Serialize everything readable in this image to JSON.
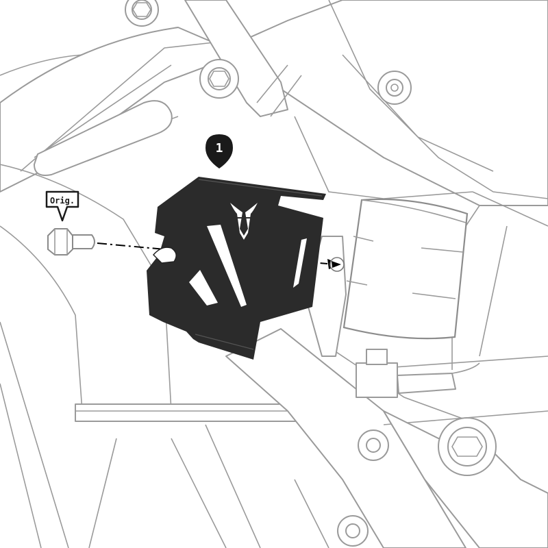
{
  "diagram": {
    "step_marker": {
      "number": "1"
    },
    "original_part_tag": {
      "label": "Orig."
    },
    "colors": {
      "background": "#ffffff",
      "frame_line": "#9a9a9a",
      "guard_fill": "#2b2b2b",
      "marker_fill": "#1a1a1a",
      "guide_line": "#000000"
    },
    "icons": [
      "step-number-pin-icon",
      "original-part-tag-icon",
      "swmotech-bull-logo",
      "bolt-icon",
      "arrow-head-icon"
    ]
  }
}
